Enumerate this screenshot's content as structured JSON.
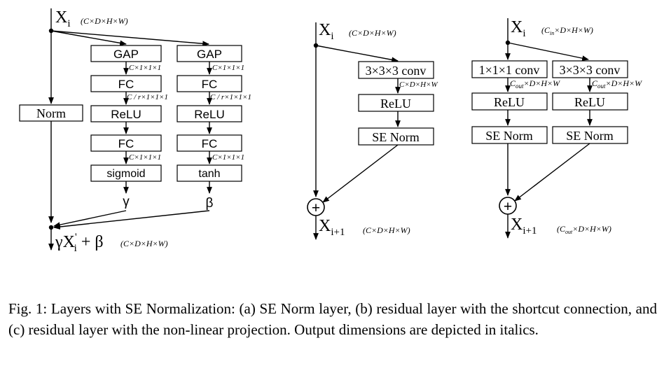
{
  "panel_a": {
    "input_var": "X",
    "input_sub": "i",
    "input_dim": "(C×D×H×W)",
    "norm_label": "Norm",
    "left_branch": {
      "gap": "GAP",
      "dim1": "C×1×1×1",
      "fc1": "FC",
      "dim2": "C / r×1×1×1",
      "relu": "ReLU",
      "fc2": "FC",
      "dim3": "C×1×1×1",
      "act": "sigmoid",
      "out": "γ"
    },
    "right_branch": {
      "gap": "GAP",
      "dim1": "C×1×1×1",
      "fc1": "FC",
      "dim2": "C / r×1×1×1",
      "relu": "ReLU",
      "fc2": "FC",
      "dim3": "C×1×1×1",
      "act": "tanh",
      "out": "β"
    },
    "output_formula_a": "γX",
    "output_formula_prime": "'",
    "output_formula_sub": "i",
    "output_formula_b": " + β",
    "output_dim": "(C×D×H×W)"
  },
  "panel_b": {
    "input_var": "X",
    "input_sub": "i",
    "input_dim": "(C×D×H×W)",
    "conv": "3×3×3 conv",
    "conv_dim": "C×D×H×W",
    "relu": "ReLU",
    "se_norm": "SE Norm",
    "plus": "+",
    "output_var": "X",
    "output_sub": "i+1",
    "output_dim": "(C×D×H×W)"
  },
  "panel_c": {
    "input_var": "X",
    "input_sub": "i",
    "input_dim_a": "(C",
    "input_dim_sub": "in",
    "input_dim_b": "×D×H×W)",
    "left": {
      "conv": "1×1×1 conv",
      "dim_a": "C",
      "dim_sub": "out",
      "dim_b": "×D×H×W",
      "relu": "ReLU",
      "se_norm": "SE Norm"
    },
    "right": {
      "conv": "3×3×3 conv",
      "dim_a": "C",
      "dim_sub": "out",
      "dim_b": "×D×H×W",
      "relu": "ReLU",
      "se_norm": "SE Norm"
    },
    "plus": "+",
    "output_var": "X",
    "output_sub": "i+1",
    "output_dim_a": "(C",
    "output_dim_sub": "out",
    "output_dim_b": "×D×H×W)"
  },
  "caption": "Fig. 1: Layers with SE Normalization: (a) SE Norm layer, (b) residual layer with the shortcut connection, and (c) residual layer with the non-linear projection. Output dimensions are depicted in italics."
}
